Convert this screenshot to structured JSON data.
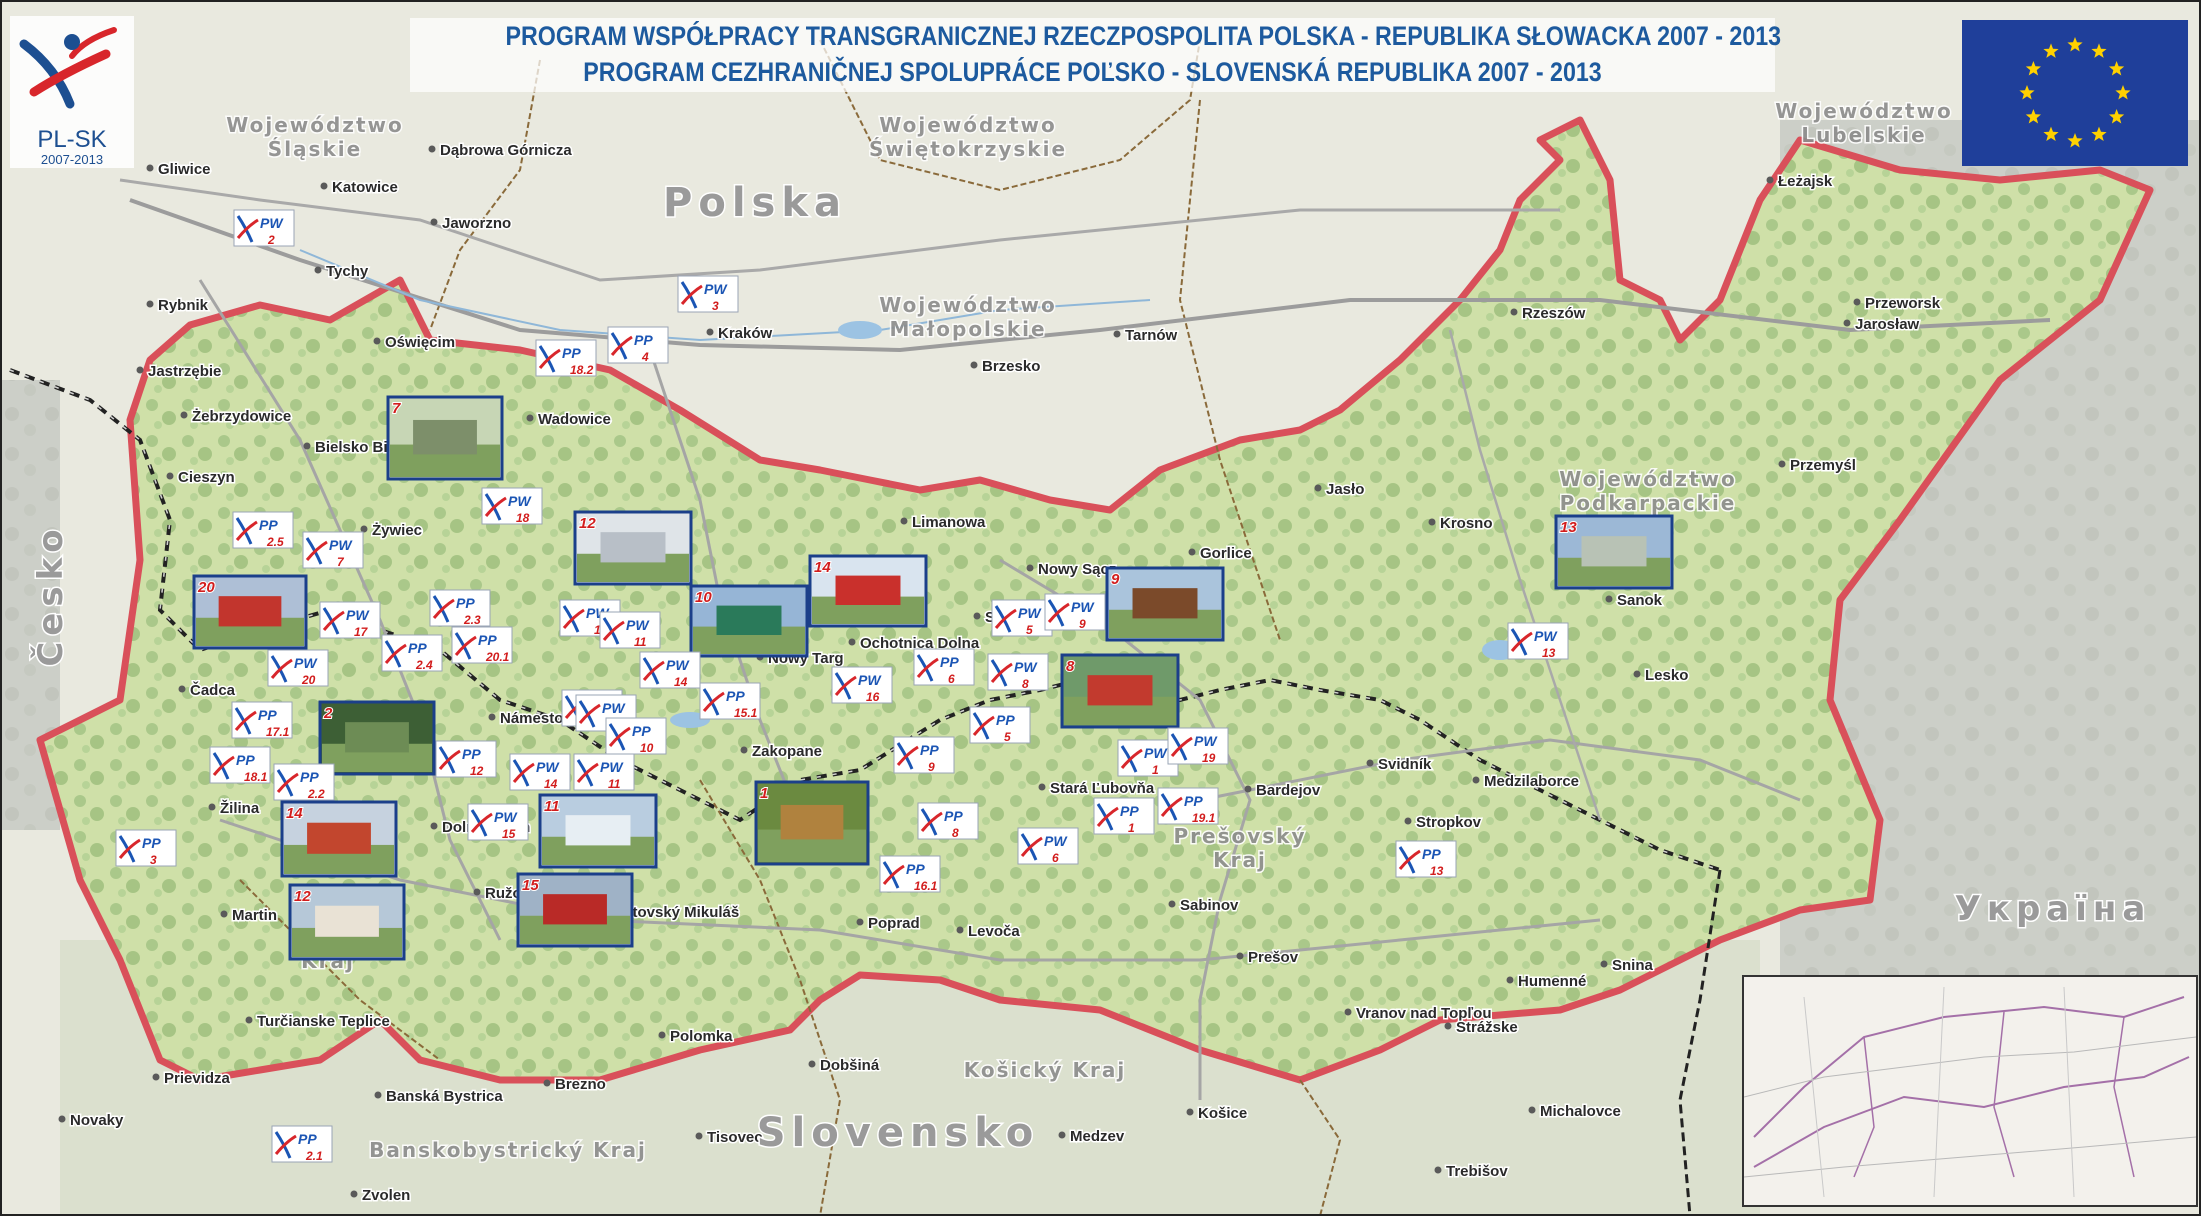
{
  "title": {
    "line1": "PROGRAM WSPÓŁPRACY TRANSGRANICZNEJ RZECZPOSPOLITA POLSKA - REPUBLIKA SŁOWACKA 2007 - 2013",
    "line2": "PROGRAM CEZHRANIČNEJ SPOLUPRÁCE POĽSKO - SLOVENSKÁ REPUBLIKA 2007 - 2013"
  },
  "logo": {
    "name": "PL-SK",
    "years": "2007-2013"
  },
  "countries": [
    {
      "id": "polska",
      "label": "Polska"
    },
    {
      "id": "slovensko",
      "label": "Slovensko"
    },
    {
      "id": "cesko",
      "label": "Česko"
    },
    {
      "id": "ukraina",
      "label": "Україна"
    }
  ],
  "regions": [
    {
      "id": "slaskie",
      "lines": [
        "Województwo",
        "Śląskie"
      ]
    },
    {
      "id": "swietokrzyskie",
      "lines": [
        "Województwo",
        "Świętokrzyskie"
      ]
    },
    {
      "id": "malopolskie",
      "lines": [
        "Województwo",
        "Małopolskie"
      ]
    },
    {
      "id": "podkarpackie",
      "lines": [
        "Województwo",
        "Podkarpackie"
      ]
    },
    {
      "id": "lubelskie",
      "lines": [
        "Województwo",
        "Lubelskie"
      ]
    },
    {
      "id": "presovsky",
      "lines": [
        "Prešovský",
        "Kraj"
      ]
    },
    {
      "id": "kosicky",
      "lines": [
        "Košický Kraj"
      ]
    },
    {
      "id": "banskobystricky",
      "lines": [
        "Banskobystrický Kraj"
      ]
    },
    {
      "id": "zilinsky",
      "lines": [
        "Kraj"
      ]
    }
  ],
  "cities": [
    {
      "name": "Katowice"
    },
    {
      "name": "Gliwice"
    },
    {
      "name": "Dąbrowa Górnicza"
    },
    {
      "name": "Jaworzno"
    },
    {
      "name": "Tychy"
    },
    {
      "name": "Rybnik"
    },
    {
      "name": "Oświęcim"
    },
    {
      "name": "Jastrzębie"
    },
    {
      "name": "Żebrzydowice"
    },
    {
      "name": "Bielsko Biała"
    },
    {
      "name": "Cieszyn"
    },
    {
      "name": "Wadowice"
    },
    {
      "name": "Kraków"
    },
    {
      "name": "Brzesko"
    },
    {
      "name": "Tarnów"
    },
    {
      "name": "Rzeszów"
    },
    {
      "name": "Łeżajsk"
    },
    {
      "name": "Przeworsk"
    },
    {
      "name": "Jarosław"
    },
    {
      "name": "Przemyśl"
    },
    {
      "name": "Jasło"
    },
    {
      "name": "Krosno"
    },
    {
      "name": "Sanok"
    },
    {
      "name": "Lesko"
    },
    {
      "name": "Gorlice"
    },
    {
      "name": "Nowy Sącz"
    },
    {
      "name": "Limanowa"
    },
    {
      "name": "Żywiec"
    },
    {
      "name": "Nowy Targ"
    },
    {
      "name": "Zakopane"
    },
    {
      "name": "Čadca"
    },
    {
      "name": "Námestovo"
    },
    {
      "name": "Žilina"
    },
    {
      "name": "Dolný Kubín"
    },
    {
      "name": "Ružomberok"
    },
    {
      "name": "Martin"
    },
    {
      "name": "Poprad"
    },
    {
      "name": "Levoča"
    },
    {
      "name": "Stará Ľubovňa"
    },
    {
      "name": "Bardejov"
    },
    {
      "name": "Svidník"
    },
    {
      "name": "Stropkov"
    },
    {
      "name": "Medzilaborce"
    },
    {
      "name": "Prešov"
    },
    {
      "name": "Sabinov"
    },
    {
      "name": "Humenné"
    },
    {
      "name": "Snina"
    },
    {
      "name": "Vranov nad Topľou"
    },
    {
      "name": "Košice"
    },
    {
      "name": "Michalovce"
    },
    {
      "name": "Banská Bystrica"
    },
    {
      "name": "Brezno"
    },
    {
      "name": "Zvolen"
    },
    {
      "name": "Turčianske Teplice"
    },
    {
      "name": "Prievidza"
    },
    {
      "name": "Novaky"
    },
    {
      "name": "Polomka"
    },
    {
      "name": "Dobšiná"
    },
    {
      "name": "Tisovec"
    },
    {
      "name": "Strážske"
    },
    {
      "name": "Trebišov"
    },
    {
      "name": "Medzev"
    },
    {
      "name": "Liptovský Mikuláš"
    },
    {
      "name": "Ochotnica Dolna"
    },
    {
      "name": "Stary Sącz"
    }
  ],
  "project_markers": [
    {
      "type": "PW",
      "number": "2"
    },
    {
      "type": "PW",
      "number": "3"
    },
    {
      "type": "PP",
      "number": "18.2"
    },
    {
      "type": "PP",
      "number": "4"
    },
    {
      "type": "PP",
      "number": "2.5"
    },
    {
      "type": "PW",
      "number": "7"
    },
    {
      "type": "PW",
      "number": "18"
    },
    {
      "type": "PP",
      "number": "2.3"
    },
    {
      "type": "PW",
      "number": "17"
    },
    {
      "type": "PP",
      "number": "2.4"
    },
    {
      "type": "PP",
      "number": "20.1"
    },
    {
      "type": "PW",
      "number": "12"
    },
    {
      "type": "PW",
      "number": "11"
    },
    {
      "type": "PW",
      "number": "14"
    },
    {
      "type": "PW",
      "number": "20"
    },
    {
      "type": "PW",
      "number": "7"
    },
    {
      "type": "PW",
      "number": "10"
    },
    {
      "type": "PP",
      "number": "15.1"
    },
    {
      "type": "PP",
      "number": "17.1"
    },
    {
      "type": "PP",
      "number": "18.1"
    },
    {
      "type": "PP",
      "number": "2.2"
    },
    {
      "type": "PP",
      "number": "12"
    },
    {
      "type": "PW",
      "number": "14"
    },
    {
      "type": "PW",
      "number": "11"
    },
    {
      "type": "PP",
      "number": "10"
    },
    {
      "type": "PW",
      "number": "15"
    },
    {
      "type": "PP",
      "number": "3"
    },
    {
      "type": "PP",
      "number": "2.1"
    },
    {
      "type": "PW",
      "number": "5"
    },
    {
      "type": "PW",
      "number": "9"
    },
    {
      "type": "PP",
      "number": "6"
    },
    {
      "type": "PW",
      "number": "8"
    },
    {
      "type": "PW",
      "number": "16"
    },
    {
      "type": "PP",
      "number": "5"
    },
    {
      "type": "PP",
      "number": "9"
    },
    {
      "type": "PP",
      "number": "8"
    },
    {
      "type": "PP",
      "number": "16.1"
    },
    {
      "type": "PW",
      "number": "6"
    },
    {
      "type": "PW",
      "number": "1"
    },
    {
      "type": "PP",
      "number": "1"
    },
    {
      "type": "PW",
      "number": "19"
    },
    {
      "type": "PP",
      "number": "19.1"
    },
    {
      "type": "PP",
      "number": "13"
    },
    {
      "type": "PW",
      "number": "13"
    },
    {
      "type": "PW",
      "number": "4"
    }
  ],
  "photos": [
    {
      "number": "7"
    },
    {
      "number": "12"
    },
    {
      "number": "20"
    },
    {
      "number": "10"
    },
    {
      "number": "14"
    },
    {
      "number": "9"
    },
    {
      "number": "8"
    },
    {
      "number": "13"
    },
    {
      "number": "2"
    },
    {
      "number": "14"
    },
    {
      "number": "11"
    },
    {
      "number": "12"
    },
    {
      "number": "15"
    },
    {
      "number": "1"
    }
  ],
  "colors": {
    "land": "#d8e5b6",
    "forest": "#a9c98a",
    "program_border": "#d9505a",
    "state_border": "#2a2a2a",
    "title_text": "#1d5a9e",
    "marker_pw": "#1b55b4",
    "marker_pp": "#1b55b4",
    "marker_number": "#d21d1d",
    "eu_blue": "#1f3f9a",
    "eu_star": "#ffd100"
  }
}
